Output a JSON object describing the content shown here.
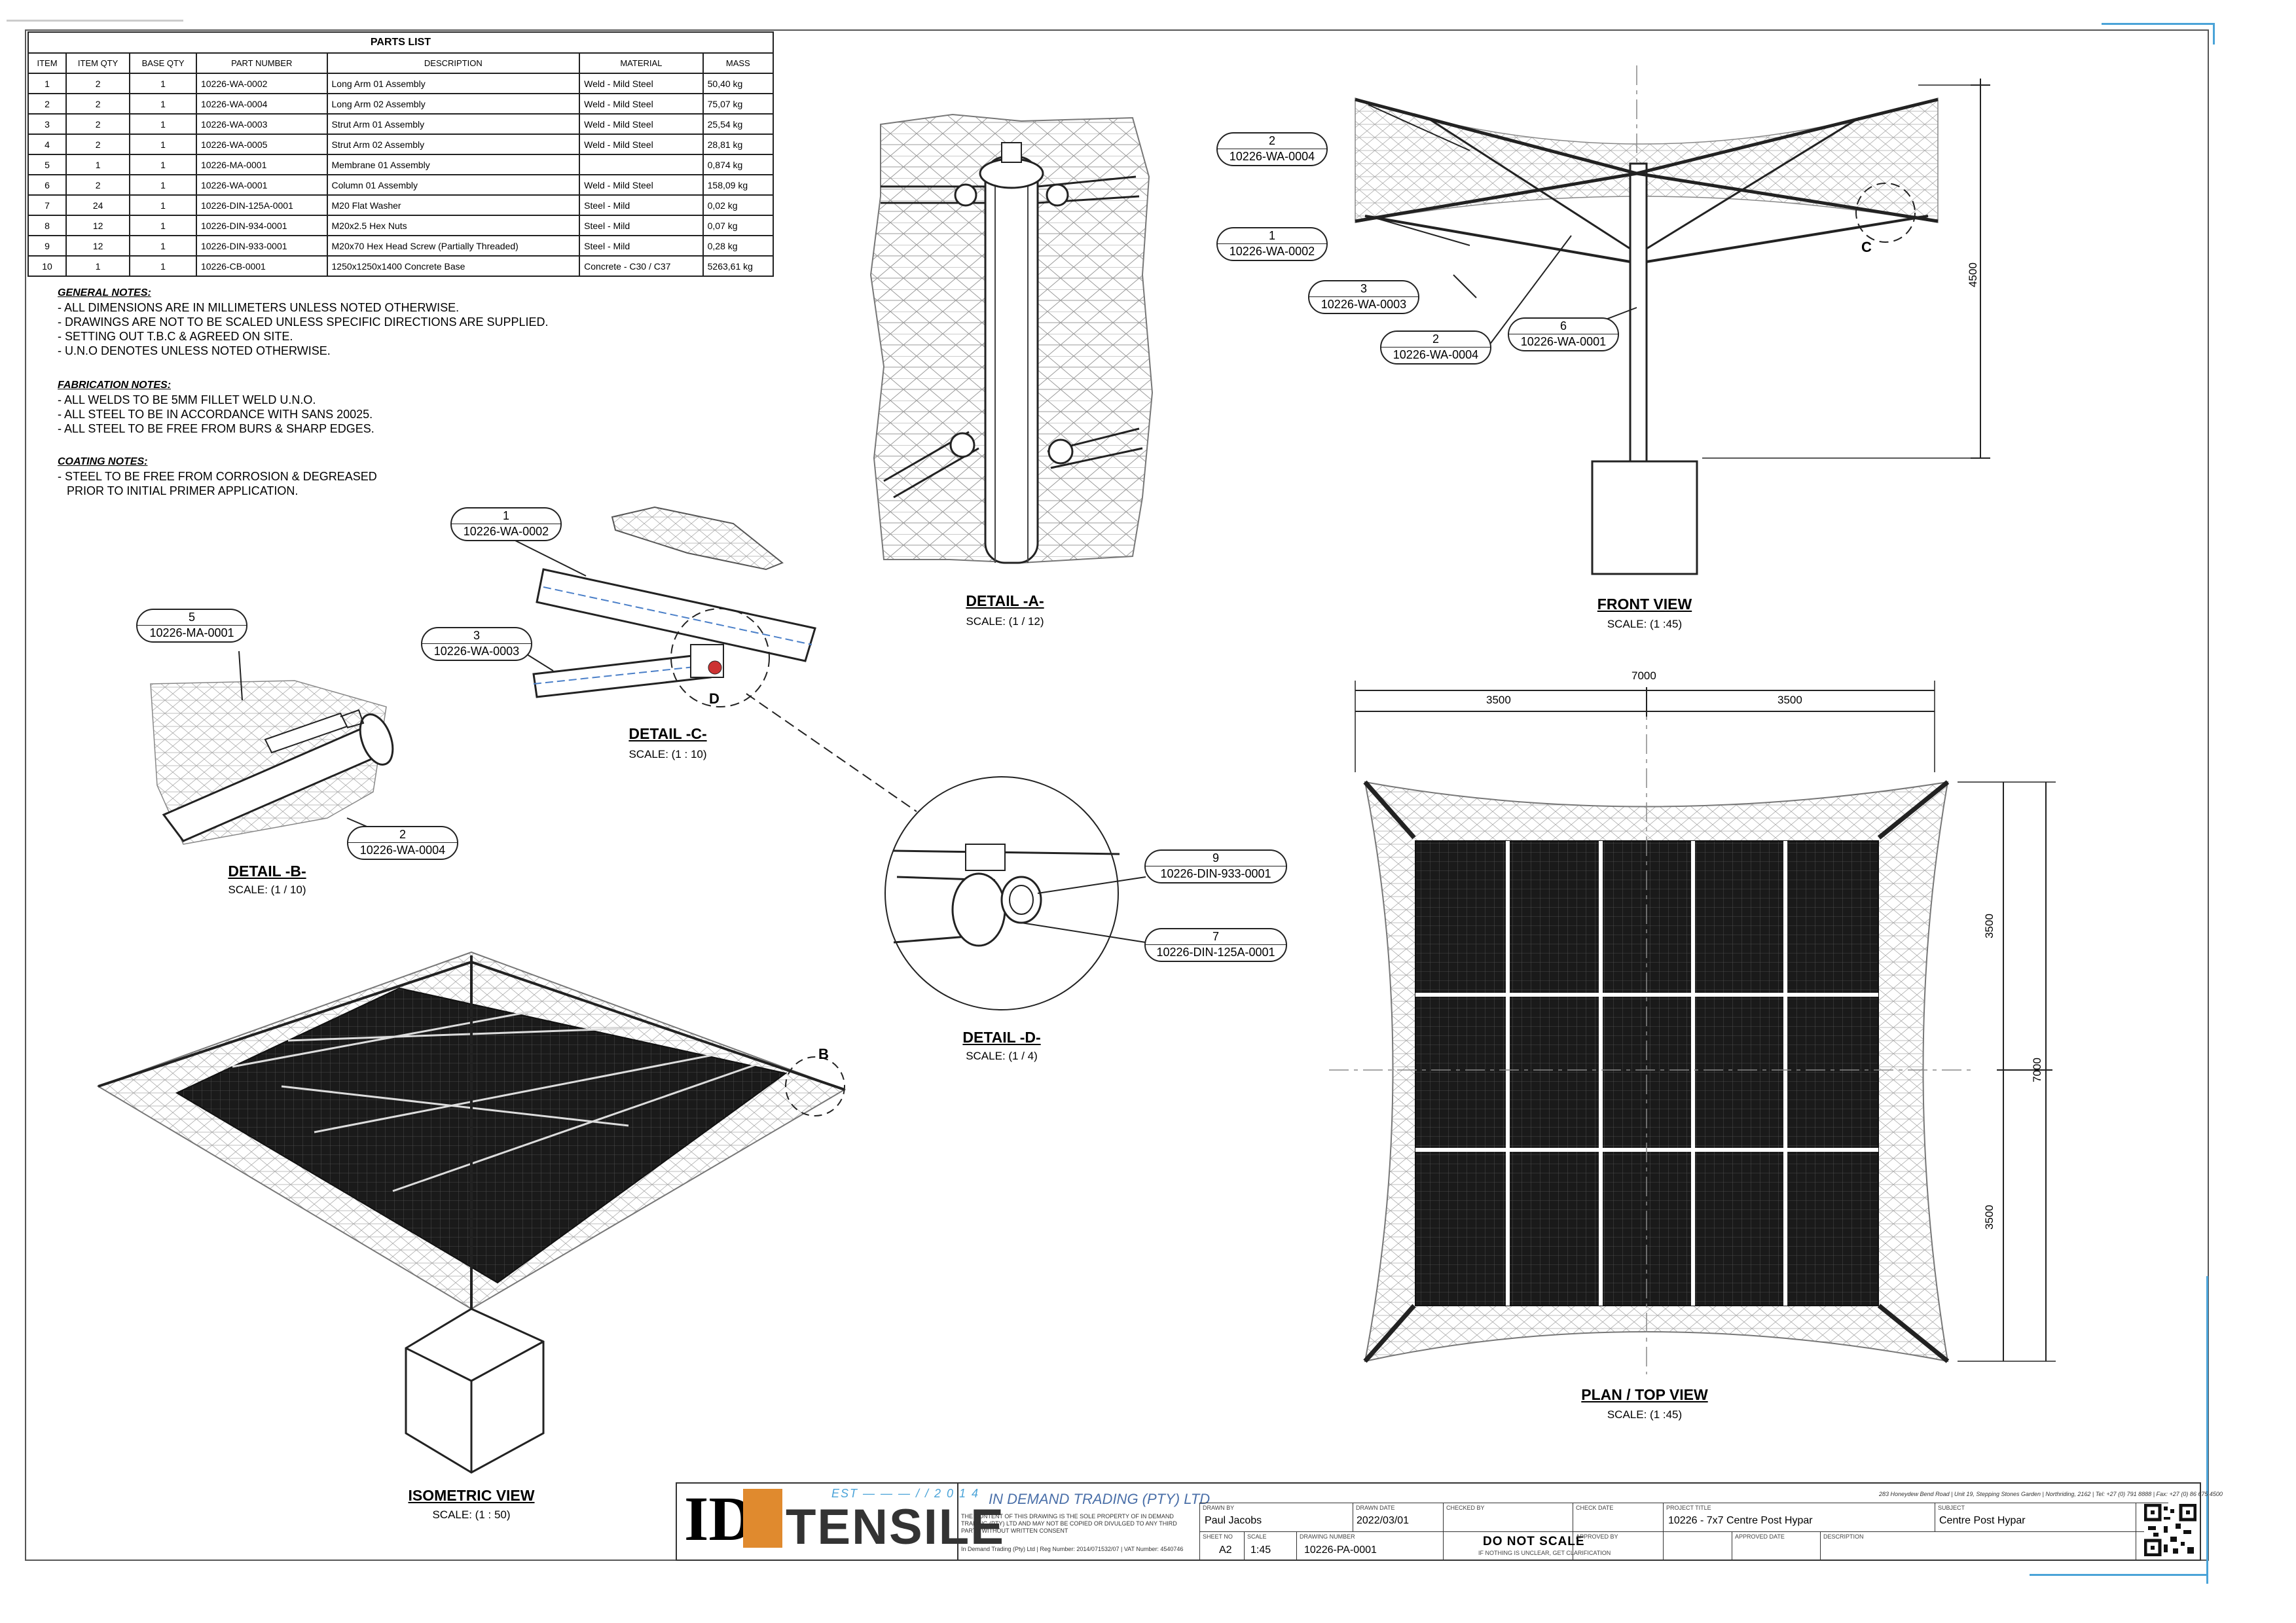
{
  "parts_list": {
    "title": "PARTS LIST",
    "headers": [
      "ITEM",
      "ITEM QTY",
      "BASE QTY",
      "PART NUMBER",
      "DESCRIPTION",
      "MATERIAL",
      "MASS"
    ],
    "rows": [
      [
        "1",
        "2",
        "1",
        "10226-WA-0002",
        "Long Arm 01 Assembly",
        "Weld - Mild Steel",
        "50,40 kg"
      ],
      [
        "2",
        "2",
        "1",
        "10226-WA-0004",
        "Long Arm 02 Assembly",
        "Weld - Mild Steel",
        "75,07 kg"
      ],
      [
        "3",
        "2",
        "1",
        "10226-WA-0003",
        "Strut Arm 01 Assembly",
        "Weld - Mild Steel",
        "25,54 kg"
      ],
      [
        "4",
        "2",
        "1",
        "10226-WA-0005",
        "Strut Arm 02 Assembly",
        "Weld - Mild Steel",
        "28,81 kg"
      ],
      [
        "5",
        "1",
        "1",
        "10226-MA-0001",
        "Membrane 01 Assembly",
        "",
        "0,874 kg"
      ],
      [
        "6",
        "2",
        "1",
        "10226-WA-0001",
        "Column 01 Assembly",
        "Weld - Mild Steel",
        "158,09 kg"
      ],
      [
        "7",
        "24",
        "1",
        "10226-DIN-125A-0001",
        "M20 Flat Washer",
        "Steel - Mild",
        "0,02 kg"
      ],
      [
        "8",
        "12",
        "1",
        "10226-DIN-934-0001",
        "M20x2.5 Hex Nuts",
        "Steel - Mild",
        "0,07 kg"
      ],
      [
        "9",
        "12",
        "1",
        "10226-DIN-933-0001",
        "M20x70 Hex Head Screw (Partially Threaded)",
        "Steel - Mild",
        "0,28 kg"
      ],
      [
        "10",
        "1",
        "1",
        "10226-CB-0001",
        "1250x1250x1400 Concrete Base",
        "Concrete - C30 / C37",
        "5263,61 kg"
      ]
    ]
  },
  "notes": {
    "general_heading": "GENERAL NOTES:",
    "general": [
      "- ALL DIMENSIONS ARE IN MILLIMETERS UNLESS NOTED OTHERWISE.",
      "- DRAWINGS ARE NOT TO BE SCALED UNLESS SPECIFIC DIRECTIONS ARE SUPPLIED.",
      "- SETTING OUT T.B.C & AGREED ON SITE.",
      "- U.N.O DENOTES UNLESS NOTED OTHERWISE."
    ],
    "fabrication_heading": "FABRICATION NOTES:",
    "fabrication": [
      "- ALL WELDS TO BE 5MM FILLET WELD U.N.O.",
      "- ALL STEEL TO BE IN ACCORDANCE WITH SANS 20025.",
      "- ALL STEEL TO BE FREE FROM BURS & SHARP EDGES."
    ],
    "coating_heading": "COATING NOTES:",
    "coating": [
      "- STEEL TO BE FREE FROM CORROSION & DEGREASED",
      "  PRIOR TO INITIAL PRIMER APPLICATION."
    ]
  },
  "views": {
    "detail_a": {
      "title": "DETAIL -A-",
      "scale": "SCALE: (1 / 12)"
    },
    "front": {
      "title": "FRONT VIEW",
      "scale": "SCALE: (1 :45)"
    },
    "detail_b": {
      "title": "DETAIL -B-",
      "scale": "SCALE: (1 / 10)"
    },
    "detail_c": {
      "title": "DETAIL -C-",
      "scale": "SCALE: (1 : 10)"
    },
    "detail_d": {
      "title": "DETAIL -D-",
      "scale": "SCALE: (1 / 4)"
    },
    "isometric": {
      "title": "ISOMETRIC VIEW",
      "scale": "SCALE: (1 : 50)"
    },
    "plan": {
      "title": "PLAN / TOP VIEW",
      "scale": "SCALE: (1 :45)"
    }
  },
  "callouts": {
    "front_2": {
      "n": "2",
      "p": "10226-WA-0004"
    },
    "front_1": {
      "n": "1",
      "p": "10226-WA-0002"
    },
    "front_3": {
      "n": "3",
      "p": "10226-WA-0003"
    },
    "front_2b": {
      "n": "2",
      "p": "10226-WA-0004"
    },
    "front_6": {
      "n": "6",
      "p": "10226-WA-0001"
    },
    "c_1": {
      "n": "1",
      "p": "10226-WA-0002"
    },
    "c_3": {
      "n": "3",
      "p": "10226-WA-0003"
    },
    "b_5": {
      "n": "5",
      "p": "10226-MA-0001"
    },
    "b_2": {
      "n": "2",
      "p": "10226-WA-0004"
    },
    "d_9": {
      "n": "9",
      "p": "10226-DIN-933-0001"
    },
    "d_7": {
      "n": "7",
      "p": "10226-DIN-125A-0001"
    }
  },
  "letters": {
    "c": "C",
    "d": "D",
    "b": "B"
  },
  "dimensions": {
    "front_height": "4500",
    "plan_total": "7000",
    "plan_half_left": "3500",
    "plan_half_right": "3500",
    "plan_v_total": "7000",
    "plan_v_top": "3500",
    "plan_v_bottom": "3500"
  },
  "title_block": {
    "est": "EST — — — / / 2 0 1 4",
    "tensile": "TENSILE",
    "company": "IN DEMAND TRADING (PTY) LTD",
    "disclaimer": "THE CONTENT OF THIS DRAWING IS THE SOLE PROPERTY OF IN DEMAND TRADING (PTY) LTD AND MAY NOT BE COPIED OR DIVULGED TO ANY THIRD PARTY WITHOUT WRITTEN CONSENT",
    "reg": "In Demand Trading (Pty) Ltd | Reg Number: 2014/071532/07 | VAT Number: 4540746",
    "address": "283 Honeydew Bend Road | Unit 19, Stepping Stones Garden | Northriding, 2162 | Tel: +27 (0) 791 8888 | Fax: +27 (0) 86 675 4500",
    "drawn_by_label": "DRAWN BY",
    "drawn_by": "Paul Jacobs",
    "drawn_date_label": "DRAWN DATE",
    "drawn_date": "2022/03/01",
    "checked_label": "CHECKED BY",
    "check_date_label": "CHECK DATE",
    "project_label": "PROJECT TITLE",
    "project": "10226 - 7x7 Centre Post Hypar",
    "subject_label": "SUBJECT",
    "subject": "Centre Post Hypar",
    "sheet_label": "SHEET NO",
    "sheet": "A2",
    "scale_label": "SCALE",
    "scale": "1:45",
    "drawing_label": "DRAWING NUMBER",
    "drawing": "10226-PA-0001",
    "dns": "DO NOT SCALE",
    "dns_sub": "IF NOTHING IS UNCLEAR, GET CLARIFICATION",
    "approved_label": "APPROVED BY",
    "approved_date_label": "APPROVED DATE",
    "description_label": "DESCRIPTION"
  }
}
